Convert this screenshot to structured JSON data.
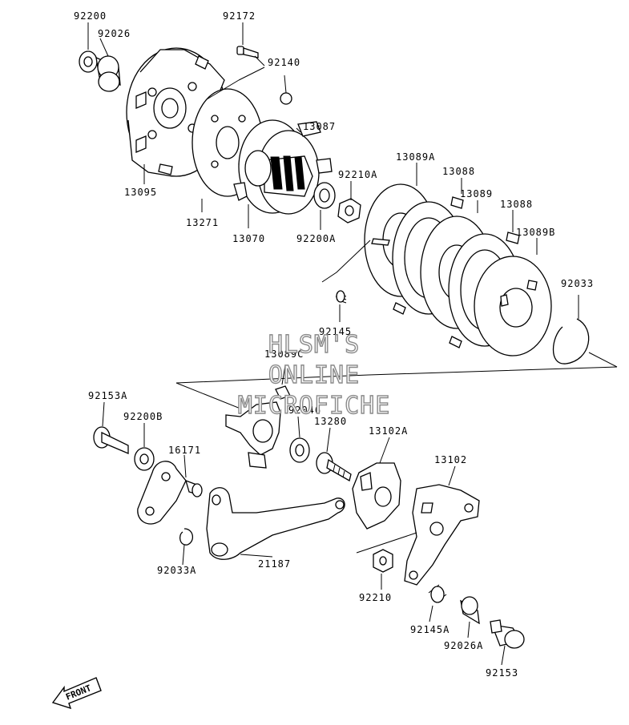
{
  "watermark": {
    "line1": "HLSM'S",
    "line2": "ONLINE",
    "line3": "MICROFICHE"
  },
  "front_arrow": "FRONT",
  "part_labels": {
    "p92200": "92200",
    "p92026": "92026",
    "p92172": "92172",
    "p92140": "92140",
    "p13087": "13087",
    "p13095": "13095",
    "p92210A": "92210A",
    "p13089A": "13089A",
    "p13088a": "13088",
    "p13089": "13089",
    "p13088b": "13088",
    "p13089B": "13089B",
    "p13271": "13271",
    "p13070": "13070",
    "p92200A": "92200A",
    "p92033": "92033",
    "p92145": "92145",
    "p13089C": "13089C",
    "p92153A": "92153A",
    "p92200B": "92200B",
    "p92046": "92046",
    "p13280": "13280",
    "p13102A": "13102A",
    "p13102": "13102",
    "p16171": "16171",
    "p21187": "21187",
    "p92033A": "92033A",
    "p92210": "92210",
    "p92145A": "92145A",
    "p92026A": "92026A",
    "p92153": "92153"
  }
}
